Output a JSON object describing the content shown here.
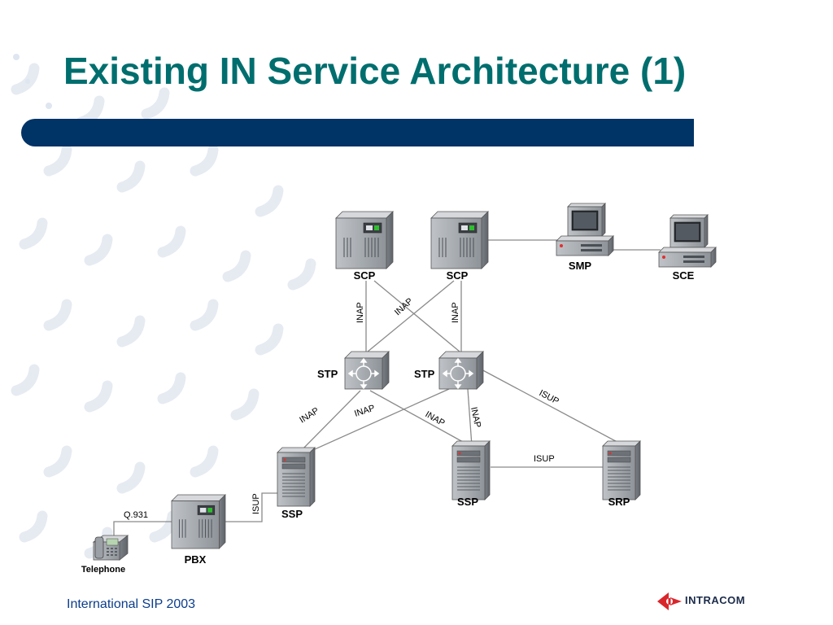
{
  "slide": {
    "title": "Existing IN Service Architecture (1)",
    "footer": "International SIP 2003",
    "logo_text": "INTRACOM"
  },
  "colors": {
    "title": "#006e6e",
    "bar": "#003366",
    "footer": "#0b3d8c",
    "logo_red": "#d9262b"
  },
  "diagram": {
    "nodes": [
      {
        "id": "scp1",
        "label": "SCP",
        "device": "mainframe"
      },
      {
        "id": "scp2",
        "label": "SCP",
        "device": "mainframe"
      },
      {
        "id": "smp",
        "label": "SMP",
        "device": "workstation"
      },
      {
        "id": "sce",
        "label": "SCE",
        "device": "workstation"
      },
      {
        "id": "stp1",
        "label": "STP",
        "device": "signal-transfer-point"
      },
      {
        "id": "stp2",
        "label": "STP",
        "device": "signal-transfer-point"
      },
      {
        "id": "ssp1",
        "label": "SSP",
        "device": "server-tower"
      },
      {
        "id": "ssp2",
        "label": "SSP",
        "device": "server-tower"
      },
      {
        "id": "srp",
        "label": "SRP",
        "device": "server-tower"
      },
      {
        "id": "pbx",
        "label": "PBX",
        "device": "mainframe"
      },
      {
        "id": "tel",
        "label": "Telephone",
        "device": "telephone"
      }
    ],
    "links": [
      {
        "from": "scp1",
        "to": "stp1",
        "label": "INAP"
      },
      {
        "from": "scp1",
        "to": "stp2",
        "label": ""
      },
      {
        "from": "scp2",
        "to": "stp1",
        "label": "INAP"
      },
      {
        "from": "scp2",
        "to": "stp2",
        "label": "INAP"
      },
      {
        "from": "scp2",
        "to": "smp",
        "label": ""
      },
      {
        "from": "smp",
        "to": "sce",
        "label": ""
      },
      {
        "from": "stp1",
        "to": "ssp1",
        "label": "INAP"
      },
      {
        "from": "stp1",
        "to": "ssp2",
        "label": "INAP"
      },
      {
        "from": "stp2",
        "to": "ssp1",
        "label": "INAP"
      },
      {
        "from": "stp2",
        "to": "ssp2",
        "label": "INAP"
      },
      {
        "from": "stp2",
        "to": "srp",
        "label": "ISUP"
      },
      {
        "from": "ssp2",
        "to": "srp",
        "label": "ISUP"
      },
      {
        "from": "pbx",
        "to": "ssp1",
        "label": "ISUP"
      },
      {
        "from": "tel",
        "to": "pbx",
        "label": "Q.931"
      }
    ]
  }
}
